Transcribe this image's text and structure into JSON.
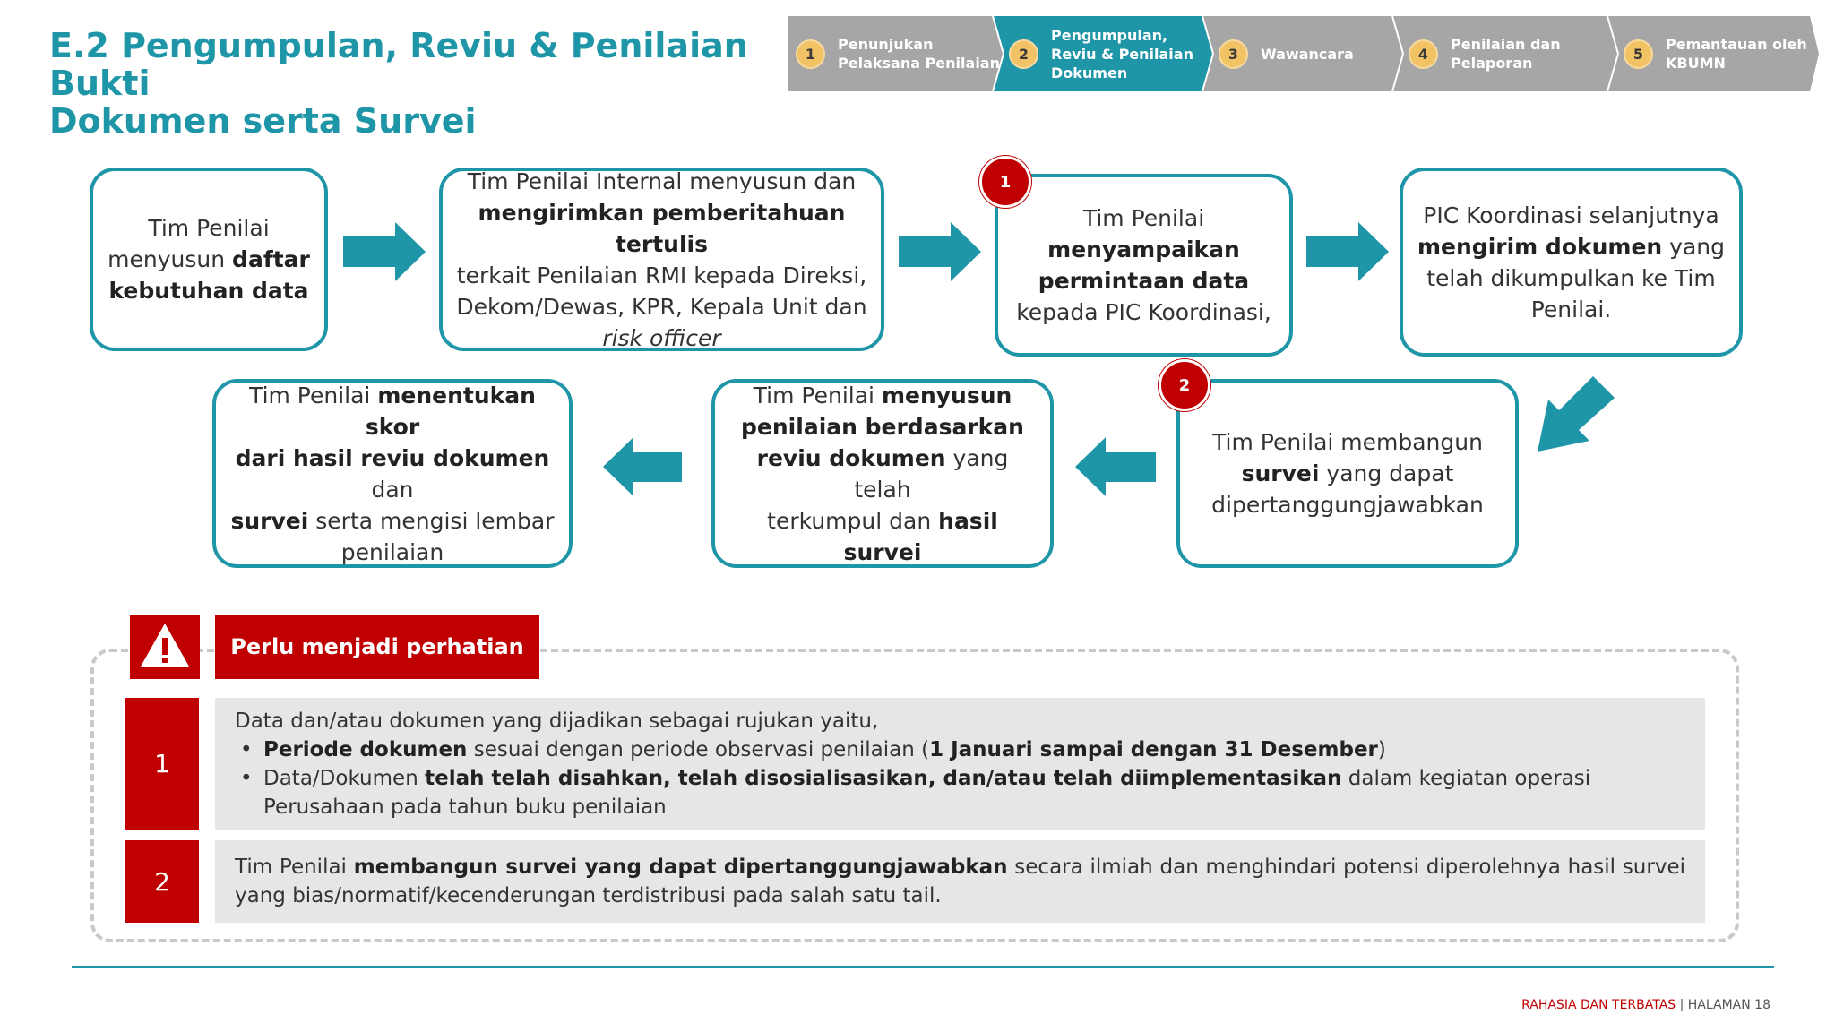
{
  "title_line1": "E.2 Pengumpulan, Reviu & Penilaian Bukti",
  "title_line2": "Dokumen serta Survei",
  "stepper": [
    {
      "num": "1",
      "label_line1": "Penunjukan",
      "label_line2": "Pelaksana Penilaian",
      "label_line3": ""
    },
    {
      "num": "2",
      "label_line1": "Pengumpulan,",
      "label_line2": "Reviu & Penilaian",
      "label_line3": "Dokumen"
    },
    {
      "num": "3",
      "label_line1": "Wawancara",
      "label_line2": "",
      "label_line3": ""
    },
    {
      "num": "4",
      "label_line1": "Penilaian dan",
      "label_line2": "Pelaporan",
      "label_line3": ""
    },
    {
      "num": "5",
      "label_line1": "Pemantauan oleh",
      "label_line2": "KBUMN",
      "label_line3": ""
    }
  ],
  "colors": {
    "teal": "#1f95a8",
    "step_gray": "#a6a6a6",
    "step_active": "#1f95a8",
    "red": "#c00000",
    "gold": "#f2c365"
  },
  "process": {
    "box1": {
      "t1": "Tim Penilai",
      "t2": "menyusun ",
      "b1": "daftar",
      "b2": "kebutuhan data"
    },
    "box2": {
      "t1": "Tim Penilai Internal menyusun dan",
      "b1": "mengirimkan pemberitahuan tertulis",
      "t2": "terkait Penilaian RMI kepada Direksi,",
      "t3": "Dekom/Dewas, KPR, Kepala Unit dan",
      "i1": "risk officer"
    },
    "box3": {
      "t1": "Tim Penilai",
      "b1": "menyampaikan",
      "b2": "permintaan data",
      "t2": "kepada PIC Koordinasi,"
    },
    "box4": {
      "t1": "PIC Koordinasi selanjutnya",
      "b1": "mengirim dokumen",
      "t2": " yang",
      "t3": "telah dikumpulkan ke Tim",
      "t4": "Penilai."
    },
    "box5": {
      "t1": "Tim Penilai membangun",
      "b1": "survei",
      "t2": " yang dapat",
      "t3": "dipertanggungjawabkan"
    },
    "box6": {
      "t1": "Tim Penilai ",
      "b1": "menyusun",
      "b2": "penilaian berdasarkan",
      "b3": "reviu dokumen",
      "t2": " yang telah",
      "t3": "terkumpul dan ",
      "b4": "hasil survei"
    },
    "box7": {
      "t1": "Tim Penilai ",
      "b1": "menentukan skor",
      "b2": "dari hasil reviu dokumen",
      "t2": " dan",
      "b3": "survei",
      "t3": " serta mengisi lembar",
      "t4": "penilaian"
    },
    "badge1": "1",
    "badge2": "2"
  },
  "attention": {
    "title": "Perlu menjadi perhatian",
    "icon": "warning-icon",
    "items": [
      {
        "num": "1",
        "intro": "Data dan/atau dokumen yang dijadikan sebagai rujukan yaitu,",
        "b1_bold": "Periode dokumen",
        "b1_text": " sesuai dengan periode observasi penilaian (",
        "b1_bold2": "1 Januari sampai dengan 31 Desember",
        "b1_end": ")",
        "b2_text": "Data/Dokumen ",
        "b2_bold": "telah telah disahkan, telah disosialisasikan, dan/atau telah diimplementasikan",
        "b2_end": " dalam kegiatan operasi Perusahaan pada tahun buku penilaian"
      },
      {
        "num": "2",
        "t1": "Tim Penilai ",
        "b1": "membangun survei yang dapat dipertanggungjawabkan",
        "t2": " secara ilmiah dan menghindari potensi diperolehnya hasil survei yang bias/normatif/kecenderungan terdistribusi pada salah satu tail."
      }
    ]
  },
  "footer": {
    "classification": "RAHASIA DAN TERBATAS",
    "separator": " | ",
    "page": "HALAMAN 18"
  }
}
